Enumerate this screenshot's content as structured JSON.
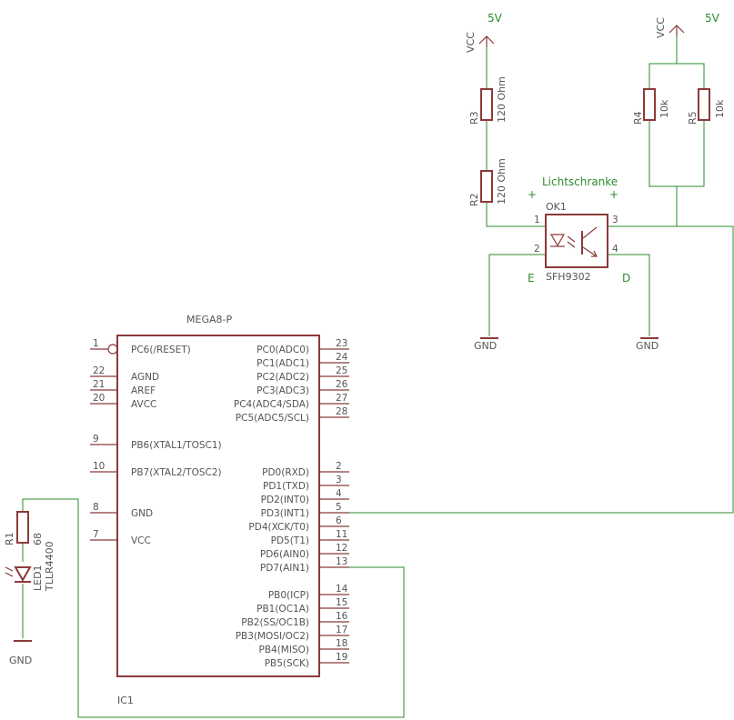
{
  "ic1": {
    "part": "MEGA8-P",
    "ref": "IC1",
    "left_pins": [
      {
        "num": "1",
        "name": "PC6(/RESET)"
      },
      {
        "num": "22",
        "name": "AGND"
      },
      {
        "num": "21",
        "name": "AREF"
      },
      {
        "num": "20",
        "name": "AVCC"
      },
      {
        "num": "9",
        "name": "PB6(XTAL1/TOSC1)"
      },
      {
        "num": "10",
        "name": "PB7(XTAL2/TOSC2)"
      },
      {
        "num": "8",
        "name": "GND"
      },
      {
        "num": "7",
        "name": "VCC"
      }
    ],
    "right_pins": [
      {
        "num": "23",
        "name": "PC0(ADC0)"
      },
      {
        "num": "24",
        "name": "PC1(ADC1)"
      },
      {
        "num": "25",
        "name": "PC2(ADC2)"
      },
      {
        "num": "26",
        "name": "PC3(ADC3)"
      },
      {
        "num": "27",
        "name": "PC4(ADC4/SDA)"
      },
      {
        "num": "28",
        "name": "PC5(ADC5/SCL)"
      },
      {
        "num": "2",
        "name": "PD0(RXD)"
      },
      {
        "num": "3",
        "name": "PD1(TXD)"
      },
      {
        "num": "4",
        "name": "PD2(INT0)"
      },
      {
        "num": "5",
        "name": "PD3(INT1)"
      },
      {
        "num": "6",
        "name": "PD4(XCK/T0)"
      },
      {
        "num": "11",
        "name": "PD5(T1)"
      },
      {
        "num": "12",
        "name": "PD6(AIN0)"
      },
      {
        "num": "13",
        "name": "PD7(AIN1)"
      },
      {
        "num": "14",
        "name": "PB0(ICP)"
      },
      {
        "num": "15",
        "name": "PB1(OC1A)"
      },
      {
        "num": "16",
        "name": "PB2(SS/OC1B)"
      },
      {
        "num": "17",
        "name": "PB3(MOSI/OC2)"
      },
      {
        "num": "18",
        "name": "PB4(MISO)"
      },
      {
        "num": "19",
        "name": "PB5(SCK)"
      }
    ]
  },
  "r1": {
    "ref": "R1",
    "value": "68"
  },
  "led1": {
    "ref": "LED1",
    "value": "TLLR4400"
  },
  "gnd_led": "GND",
  "r2": {
    "ref": "R2",
    "value": "120 Ohm"
  },
  "r3": {
    "ref": "R3",
    "value": "120 Ohm"
  },
  "r4": {
    "ref": "R4",
    "value": "10k"
  },
  "r5": {
    "ref": "R5",
    "value": "10k"
  },
  "vcc_left": {
    "name": "VCC",
    "voltage": "5V"
  },
  "vcc_right": {
    "name": "VCC",
    "voltage": "5V"
  },
  "ok1": {
    "ref": "OK1",
    "part": "SFH9302",
    "title": "Lichtschranke",
    "plus_left": "+",
    "plus_right": "+",
    "label_e": "E",
    "label_d": "D",
    "pin1": "1",
    "pin2": "2",
    "pin3": "3",
    "pin4": "4"
  },
  "gnd_ok_left": "GND",
  "gnd_ok_right": "GND"
}
